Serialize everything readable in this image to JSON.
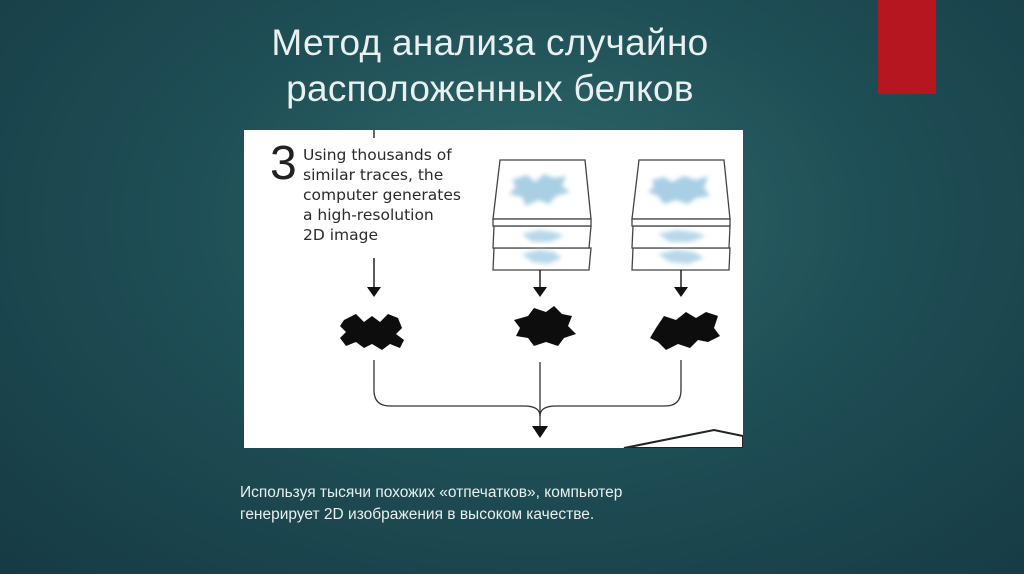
{
  "slide": {
    "title_lines": [
      "Метод анализа случайно",
      "расположенных белков"
    ],
    "caption_lines": [
      "Используя тысячи похожих «отпечатков», компьютер",
      "генерирует 2D изображения в высоком качестве."
    ],
    "accent_color": "#b5161f"
  },
  "figure": {
    "step_number": "3",
    "step_text_lines": [
      "Using thousands of",
      "similar traces, the",
      "computer generates",
      "a high-resolution",
      "2D image"
    ],
    "icons": [
      "trace-stack-icon",
      "protein-silhouette-icon",
      "down-arrow-icon"
    ]
  }
}
